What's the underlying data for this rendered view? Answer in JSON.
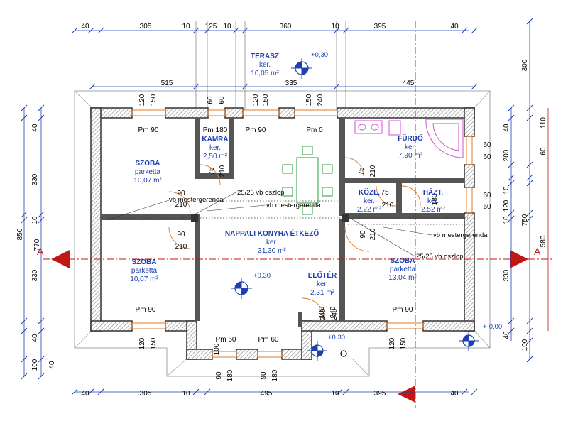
{
  "dimensions": {
    "top_outer": [
      "40",
      "305",
      "10",
      "125",
      "10",
      "360",
      "10",
      "395",
      "40"
    ],
    "top_inner": [
      "515",
      "335",
      "445"
    ],
    "top_openings": [
      "120",
      "150",
      "60",
      "60",
      "120",
      "150",
      "150",
      "240"
    ],
    "bottom_outer": [
      "40",
      "305",
      "10",
      "495",
      "10",
      "395",
      "40"
    ],
    "bottom_openings": [
      "120",
      "150",
      "90",
      "180",
      "90",
      "180",
      "100",
      "240",
      "120",
      "150"
    ],
    "left_outer": [
      "850",
      "770"
    ],
    "left_mid": [
      "40",
      "330",
      "10",
      "330",
      "40",
      "100",
      "40"
    ],
    "right_outer": [
      "300",
      "750",
      "100"
    ],
    "right_mid": [
      "40",
      "200",
      "10",
      "120",
      "10",
      "330",
      "40"
    ],
    "right_red": [
      "110",
      "60",
      "580"
    ],
    "window_marks": [
      "60",
      "60",
      "60",
      "60"
    ],
    "door_marks": [
      "90",
      "210",
      "90",
      "210",
      "75",
      "210",
      "75",
      "210",
      "75",
      "210",
      "90",
      "210",
      "180",
      "100",
      "240"
    ]
  },
  "rooms": [
    {
      "name": "TERASZ",
      "floor": "ker.",
      "area": "10,05 m²"
    },
    {
      "name": "SZOBA",
      "floor": "parketta",
      "area": "10,07 m²"
    },
    {
      "name": "KAMRA",
      "floor": "ker.",
      "area": "2,50 m²"
    },
    {
      "name": "FÜRDŐ",
      "floor": "ker.",
      "area": "7,90 m²"
    },
    {
      "name": "KÖZL.",
      "floor": "ker.",
      "area": "2,22 m²"
    },
    {
      "name": "HÁZT.",
      "floor": "ker.",
      "area": "2,52 m²"
    },
    {
      "name": "NAPPALI KONYHA ÉTKEZŐ",
      "floor": "ker.",
      "area": "31,30 m²"
    },
    {
      "name": "SZOBA",
      "floor": "parketta",
      "area": "10,07 m²"
    },
    {
      "name": "ELŐTÉR",
      "floor": "ker.",
      "area": "2,31 m²"
    },
    {
      "name": "SZOBA",
      "floor": "parketta",
      "area": "13,04 m²"
    }
  ],
  "parapets": [
    "Pm 90",
    "Pm 180",
    "Pm 90",
    "Pm 0",
    "Pm 90",
    "Pm 60",
    "Pm 60",
    "Pm 90"
  ],
  "annotations": {
    "beam1": "vb mestergerenda",
    "beam2": "vb mestergerenda",
    "beam3": "vb mestergerenda",
    "column1": "25/25 vb oszlop",
    "column2": "25/25 vb oszlop"
  },
  "elevations": {
    "terrace": "+0,30",
    "living": "+0,30",
    "entry": "+0,30",
    "ground": "+-0,00"
  },
  "section_labels": {
    "left": "A",
    "right": "A"
  },
  "colors": {
    "wall": "#333333",
    "hatch": "#9a9a9a",
    "dimension_blue": "#1f3fb0",
    "section_red": "#c11616",
    "opening_orange": "#e07a2a",
    "furniture_green": "#2a9a3a",
    "bath_magenta": "#d14fd1"
  }
}
